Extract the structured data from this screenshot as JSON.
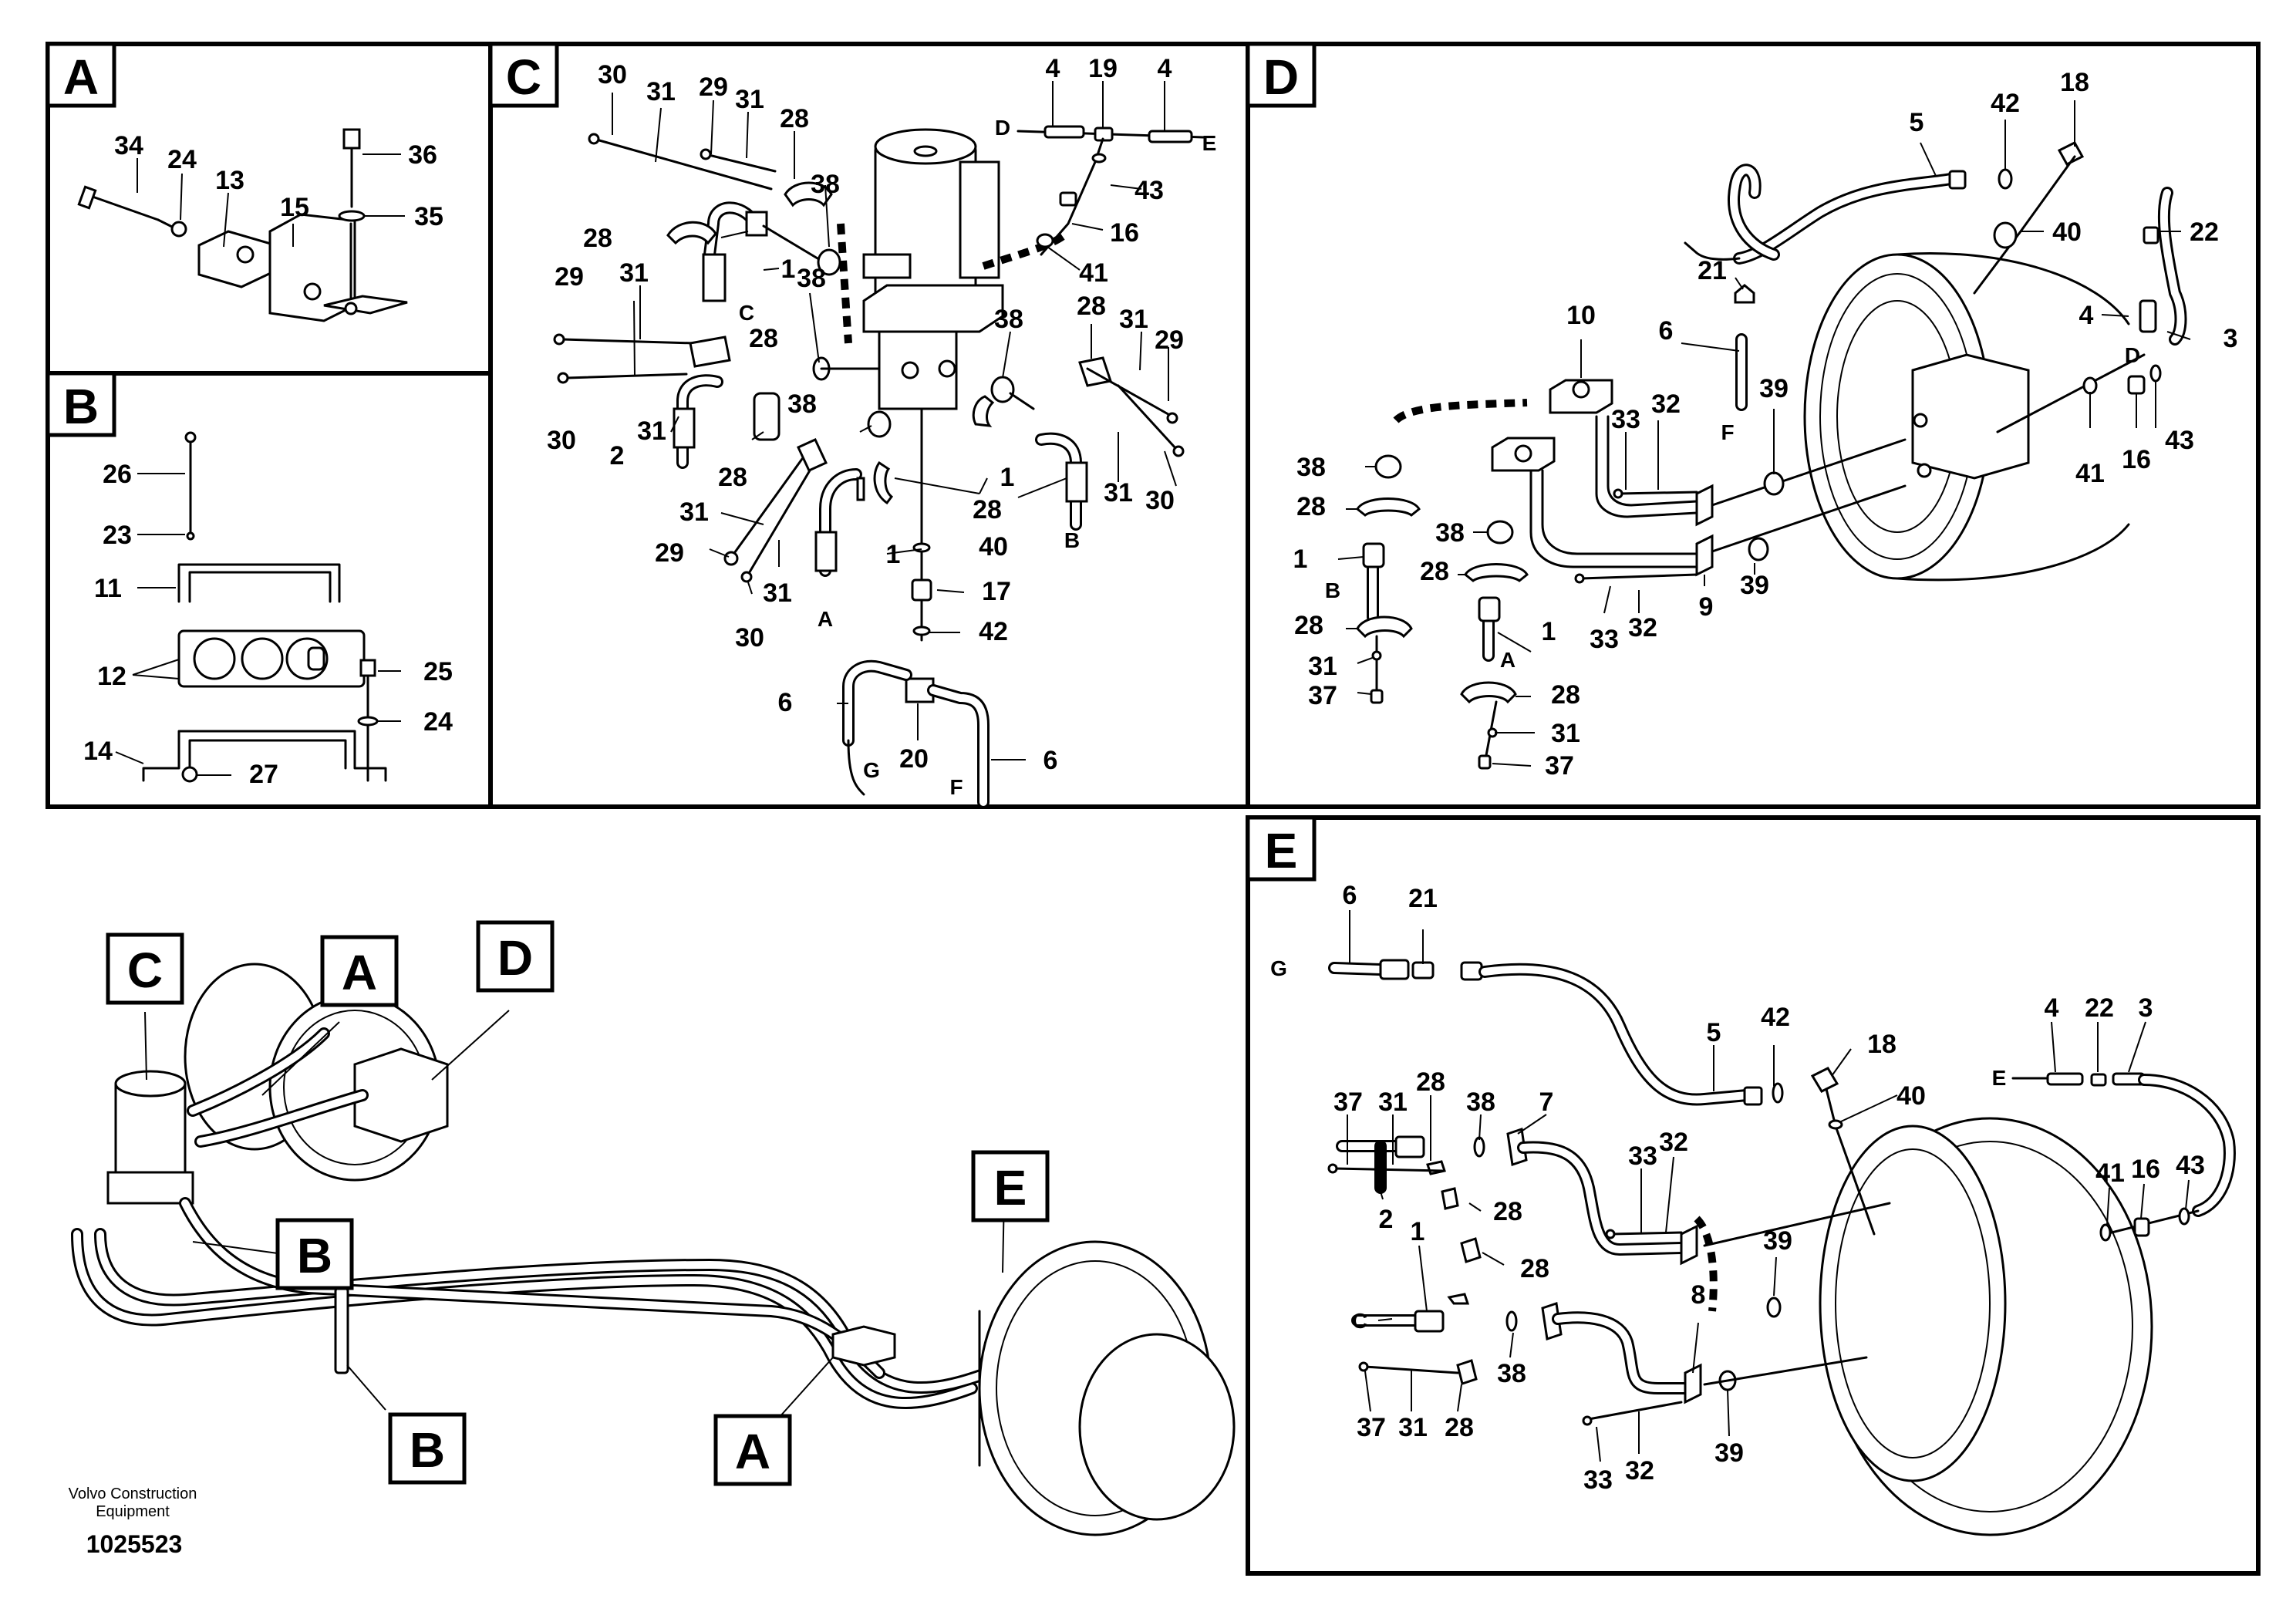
{
  "diagram": {
    "document_id": "1025523",
    "footer": {
      "company_line1": "Volvo Construction",
      "company_line2": "Equipment",
      "document_number": "1025523"
    },
    "panels": [
      {
        "id": "A",
        "label": "A",
        "callouts": [
          "34",
          "24",
          "13",
          "15",
          "36",
          "35"
        ]
      },
      {
        "id": "B",
        "label": "B",
        "callouts": [
          "26",
          "23",
          "11",
          "12",
          "25",
          "24",
          "14",
          "27"
        ]
      },
      {
        "id": "C",
        "label": "C",
        "callouts": [
          "30",
          "31",
          "29",
          "31",
          "28",
          "38",
          "4",
          "19",
          "4",
          "43",
          "16",
          "41",
          "28",
          "1",
          "C",
          "29",
          "31",
          "38",
          "28",
          "38",
          "28",
          "31",
          "29",
          "30",
          "31",
          "2",
          "28",
          "38",
          "28",
          "1",
          "31",
          "30",
          "B",
          "31",
          "29",
          "31",
          "30",
          "1",
          "A",
          "40",
          "17",
          "42",
          "6",
          "20",
          "6",
          "G",
          "F",
          "D",
          "E"
        ]
      },
      {
        "id": "D",
        "label": "D",
        "callouts": [
          "5",
          "42",
          "18",
          "40",
          "22",
          "21",
          "4",
          "3",
          "D",
          "10",
          "6",
          "33",
          "32",
          "F",
          "39",
          "38",
          "28",
          "1",
          "B",
          "38",
          "28",
          "41",
          "16",
          "43",
          "28",
          "31",
          "37",
          "1",
          "A",
          "33",
          "32",
          "9",
          "39",
          "28",
          "31",
          "37"
        ]
      },
      {
        "id": "E",
        "label": "E",
        "callouts": [
          "6",
          "21",
          "G",
          "37",
          "31",
          "28",
          "38",
          "7",
          "5",
          "42",
          "18",
          "40",
          "4",
          "22",
          "3",
          "E",
          "2",
          "28",
          "33",
          "32",
          "41",
          "16",
          "43",
          "39",
          "1",
          "28",
          "C",
          "8",
          "38",
          "37",
          "31",
          "28",
          "33",
          "32",
          "39"
        ]
      }
    ],
    "overview": {
      "markers": [
        "C",
        "A",
        "D",
        "E",
        "B",
        "B",
        "A"
      ]
    }
  }
}
